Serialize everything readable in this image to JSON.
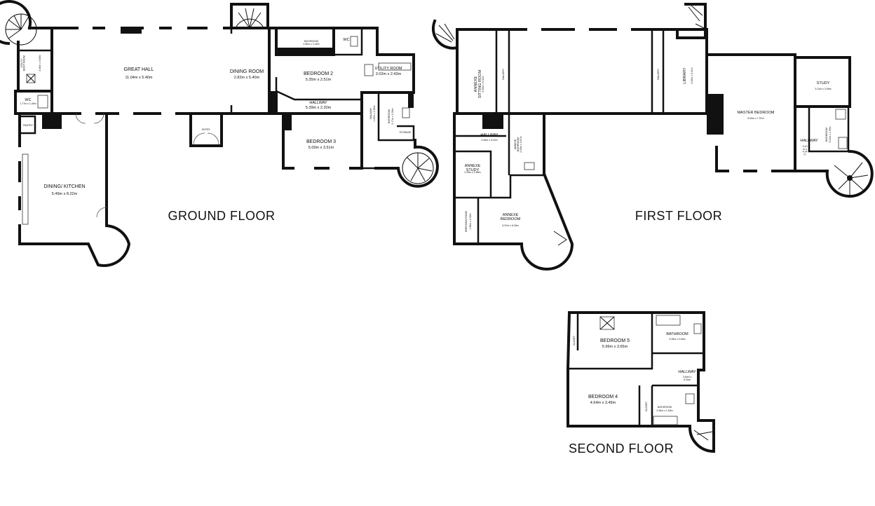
{
  "floors": {
    "ground": "GROUND FLOOR",
    "first": "FIRST FLOOR",
    "second": "SECOND FLOOR"
  },
  "rooms": {
    "annexe_utility": {
      "name": "ANNEXE\nUTILITY\nBOOT ROOM",
      "dims": "2.06m x 3.83m"
    },
    "wc_ground": {
      "name": "WC",
      "dims": "1.77m x 1.40m"
    },
    "great_hall": {
      "name": "GREAT HALL",
      "dims": "11.04m x 5.40m"
    },
    "dining_room": {
      "name": "DINING ROOM",
      "dims": "2.82m x 5.40m"
    },
    "bathroom_ground": {
      "name": "BATHROOM",
      "dims": "2.60m x 1.42m"
    },
    "wc_ground2": {
      "name": "WC",
      "dims": ""
    },
    "bedroom2": {
      "name": "BEDROOM 2",
      "dims": "5.35m x 2.51m"
    },
    "utility_room": {
      "name": "UTILITY ROOM",
      "dims": "3.02m x 2.43m"
    },
    "hallway_ground": {
      "name": "HALLWAY",
      "dims": "5.39m x 2.20m"
    },
    "hallway_small": {
      "name": "HALLWAY",
      "dims": "1.09m x 2.82m"
    },
    "bathroom_ground2": {
      "name": "BATHROOM",
      "dims": "2.17m x 2.30m"
    },
    "pantry": {
      "name": "PANTRY",
      "dims": ""
    },
    "entry": {
      "name": "ENTRY",
      "dims": ""
    },
    "bedroom3": {
      "name": "BEDROOM 3",
      "dims": "5.00m x 3.51m"
    },
    "storage": {
      "name": "STORAGE",
      "dims": ""
    },
    "dining_kitchen": {
      "name": "DINING/ KITCHEN",
      "dims": "5.49m x 8.22m"
    },
    "annexe_sitting": {
      "name": "ANNEXE\nSITTING ROOM",
      "dims": "2.92m x 5.41m"
    },
    "gallery1": {
      "name": "GALLERY",
      "dims": ""
    },
    "gallery2": {
      "name": "GALLERY",
      "dims": ""
    },
    "library": {
      "name": "LIBRARY",
      "dims": "2.62m x 5.41m"
    },
    "study": {
      "name": "STUDY",
      "dims": "3.21m x 3.09m"
    },
    "master_bedroom": {
      "name": "MASTER BEDROOM",
      "dims": "5.00m x 7.37m"
    },
    "hallway_first": {
      "name": "HALLWAY",
      "dims": "3.05m x 5.22m"
    },
    "annexe_bathroom": {
      "name": "ANNEXE\nBATHROOM",
      "dims": "2.03m x 3.67m"
    },
    "annexe_study": {
      "name": "ANNEXE\nSTUDY",
      "dims": "2.29m x 2.89m"
    },
    "hallway_first2": {
      "name": "HALLWAY",
      "dims": "3.10\nm x\n4.24\nm"
    },
    "bathroom_first": {
      "name": "BATHROOM",
      "dims": "3.21m x 1.99m"
    },
    "dressing_room": {
      "name": "DRESSING ROOM",
      "dims": "1.36m x 2.92m"
    },
    "annexe_bedroom": {
      "name": "ANNEXE\nBEDROOM",
      "dims": "5.97m x 6.03m"
    },
    "closet1": {
      "name": "CLOSET",
      "dims": ""
    },
    "bedroom5": {
      "name": "BEDROOM 5",
      "dims": "5.96m x 3.65m"
    },
    "bathroom_second": {
      "name": "BATHROOM",
      "dims": "3.25m x 2.64m"
    },
    "hallway_second": {
      "name": "HALLWAY",
      "dims": "2.69m x\n6.29m"
    },
    "bedroom4": {
      "name": "BEDROOM 4",
      "dims": "4.64m x 3.49m"
    },
    "closet2": {
      "name": "CLOSET",
      "dims": ""
    },
    "bathroom_second2": {
      "name": "BATHROOM",
      "dims": "2.60m x 1.53m"
    }
  }
}
